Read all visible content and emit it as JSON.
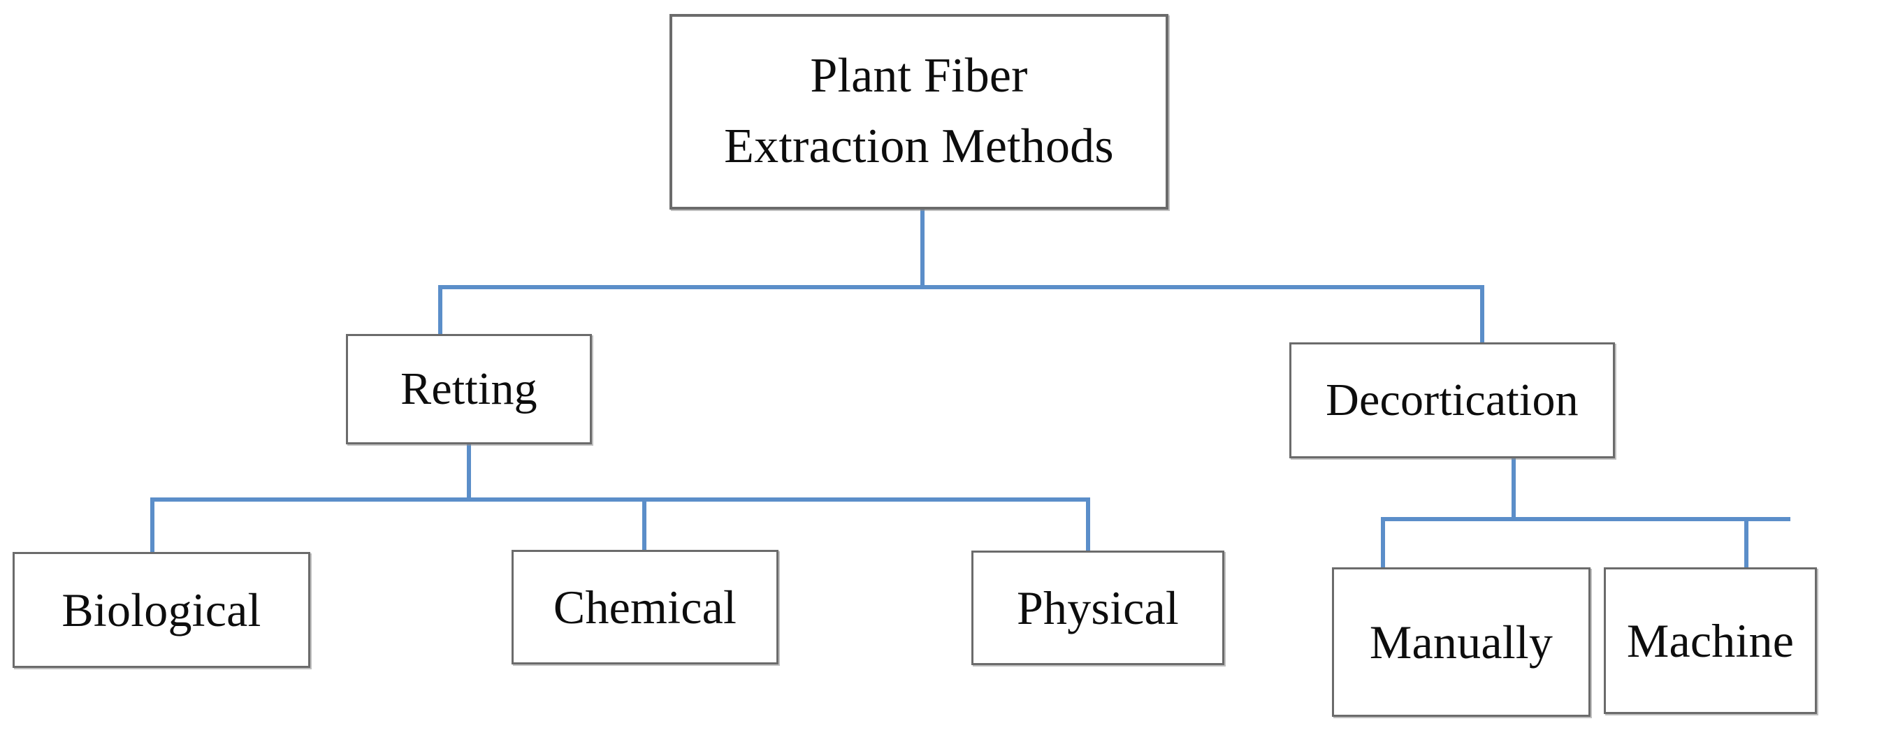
{
  "diagram": {
    "title": "Plant Fiber Extraction Methods",
    "type": "hierarchy-tree",
    "background_color": "#ffffff",
    "box_border_color": "#6b6b6b",
    "connector_color": "#5b8ec9",
    "text_color": "#0d0d0d",
    "levels": 3,
    "nodes": {
      "root": {
        "line1": "Plant Fiber",
        "line2": "Extraction Methods"
      },
      "retting": {
        "label": "Retting"
      },
      "decortication": {
        "label": "Decortication"
      },
      "biological": {
        "label": "Biological"
      },
      "chemical": {
        "label": "Chemical"
      },
      "physical": {
        "label": "Physical"
      },
      "manually": {
        "label": "Manually"
      },
      "machine": {
        "label": "Machine"
      }
    },
    "edges": [
      {
        "from": "root",
        "to": "retting"
      },
      {
        "from": "root",
        "to": "decortication"
      },
      {
        "from": "retting",
        "to": "biological"
      },
      {
        "from": "retting",
        "to": "chemical"
      },
      {
        "from": "retting",
        "to": "physical"
      },
      {
        "from": "decortication",
        "to": "manually"
      },
      {
        "from": "decortication",
        "to": "machine"
      }
    ]
  }
}
